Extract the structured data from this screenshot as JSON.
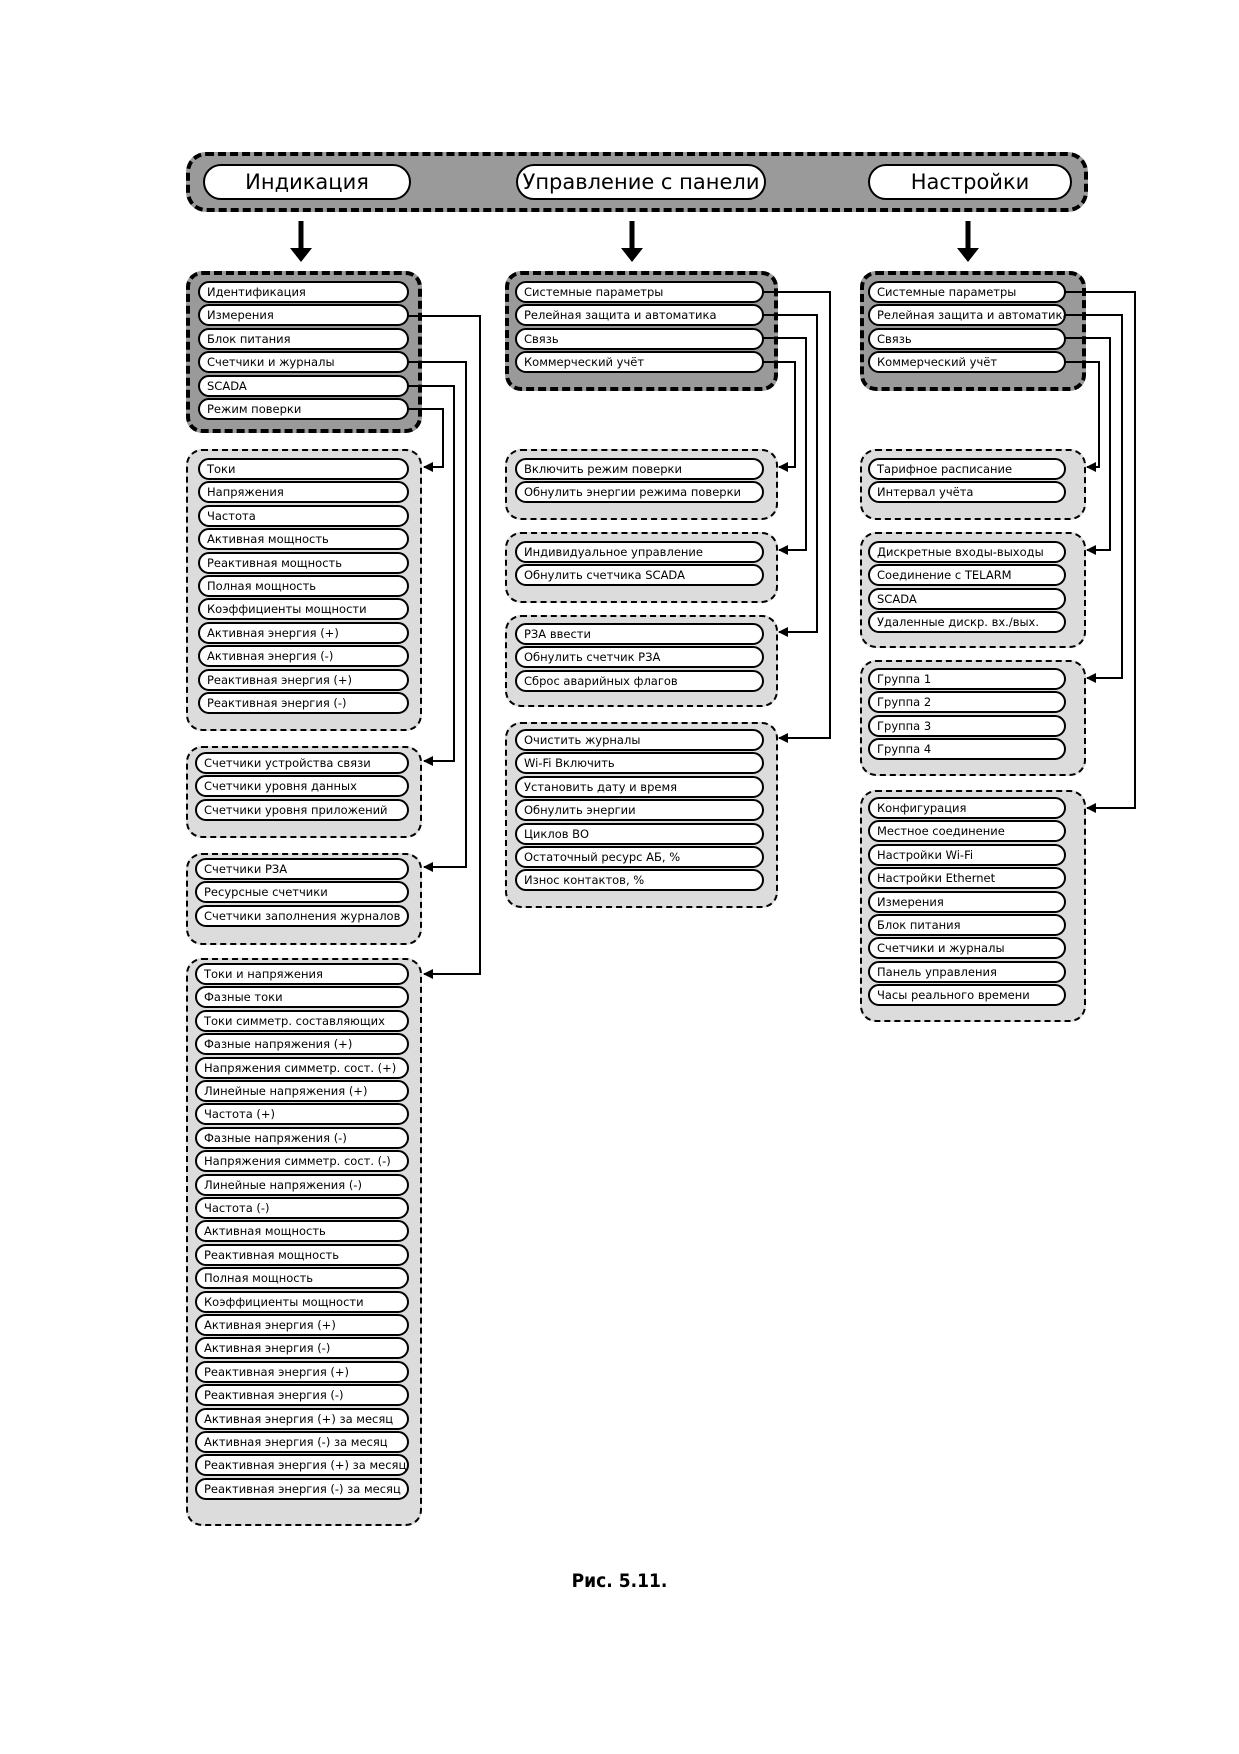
{
  "top": [
    "Индикация",
    "Управление с панели",
    "Настройки"
  ],
  "indication": {
    "main": [
      "Идентификация",
      "Измерения",
      "Блок питания",
      "Счетчики и журналы",
      "SCADA",
      "Режим поверки"
    ],
    "currents": [
      "Токи",
      "Напряжения",
      "Частота",
      "Активная мощность",
      "Реактивная мощность",
      "Полная мощность",
      "Коэффициенты мощности",
      "Активная энергия (+)",
      "Активная энергия (-)",
      "Реактивная энергия (+)",
      "Реактивная энергия (-)"
    ],
    "scada": [
      "Счетчики устройства связи",
      "Счетчики уровня данных",
      "Счетчики уровня приложений"
    ],
    "counters": [
      "Счетчики РЗА",
      "Ресурсные счетчики",
      "Счетчики заполнения журналов"
    ],
    "measurements": [
      "Токи и напряжения",
      "Фазные токи",
      "Токи симметр. составляющих",
      "Фазные напряжения (+)",
      "Напряжения симметр. сост. (+)",
      "Линейные напряжения (+)",
      "Частота (+)",
      "Фазные напряжения (-)",
      "Напряжения симметр. сост. (-)",
      "Линейные напряжения (-)",
      "Частота (-)",
      "Активная мощность",
      "Реактивная мощность",
      "Полная мощность",
      "Коэффициенты мощности",
      "Активная энергия (+)",
      "Активная энергия (-)",
      "Реактивная энергия (+)",
      "Реактивная энергия (-)",
      "Активная энергия (+) за месяц",
      "Активная энергия (-) за месяц",
      "Реактивная энергия (+) за месяц",
      "Реактивная энергия (-) за месяц"
    ]
  },
  "panel": {
    "main": [
      "Системные параметры",
      "Релейная защита и автоматика",
      "Связь",
      "Коммерческий учёт"
    ],
    "verify": [
      "Включить режим поверки",
      "Обнулить энергии режима поверки"
    ],
    "comm": [
      "Индивидуальное управление",
      "Обнулить счетчика SCADA"
    ],
    "rza": [
      "РЗА ввести",
      "Обнулить счетчик РЗА",
      "Сброс аварийных флагов"
    ],
    "system": [
      "Очистить журналы",
      "Wi-Fi Включить",
      "Установить дату и время",
      "Обнулить энергии",
      "Циклов ВО",
      "Остаточный ресурс АБ, %",
      "Износ контактов, %"
    ]
  },
  "settings": {
    "main": [
      "Системные параметры",
      "Релейная защита и автоматика",
      "Связь",
      "Коммерческий учёт"
    ],
    "tariff": [
      "Тарифное расписание",
      "Интервал учёта"
    ],
    "comm": [
      "Дискретные входы-выходы",
      "Соединение с TELARM",
      "SCADA",
      "Удаленные дискр. вх./вых."
    ],
    "groups": [
      "Группа 1",
      "Группа 2",
      "Группа 3",
      "Группа 4"
    ],
    "config": [
      "Конфигурация",
      "Местное соединение",
      "Настройки Wi-Fi",
      "Настройки Ethernet",
      "Измерения",
      "Блок питания",
      "Счетчики и журналы",
      "Панель управления",
      "Часы реального времени"
    ]
  },
  "caption": "Рис. 5.11."
}
